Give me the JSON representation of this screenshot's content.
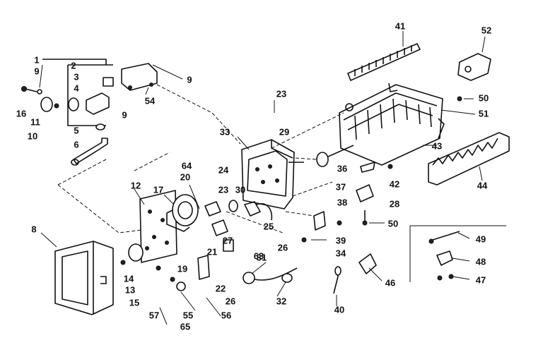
{
  "labels": {
    "l1": "1",
    "l2": "2",
    "l3": "3",
    "l4": "4",
    "l5": "5",
    "l6": "6",
    "l8": "8",
    "l9a": "9",
    "l9b": "9",
    "l9c": "9",
    "l10": "10",
    "l11": "11",
    "l12": "12",
    "l13": "13",
    "l14": "14",
    "l15": "15",
    "l16": "16",
    "l17": "17",
    "l19": "19",
    "l20": "20",
    "l21": "21",
    "l22": "22",
    "l23a": "23",
    "l23b": "23",
    "l24": "24",
    "l25": "25",
    "l26a": "26",
    "l26b": "26",
    "l27": "27",
    "l28": "28",
    "l29": "29",
    "l30": "30",
    "l31": "31",
    "l32": "32",
    "l33": "33",
    "l34": "34",
    "l36": "36",
    "l37": "37",
    "l38": "38",
    "l39": "39",
    "l40": "40",
    "l41": "41",
    "l42": "42",
    "l43": "43",
    "l44": "44",
    "l46": "46",
    "l47": "47",
    "l48": "48",
    "l49": "49",
    "l50a": "50",
    "l50b": "50",
    "l51": "51",
    "l52": "52",
    "l54": "54",
    "l55": "55",
    "l56": "56",
    "l57": "57",
    "l63": "63",
    "l64": "64",
    "l65": "65"
  }
}
